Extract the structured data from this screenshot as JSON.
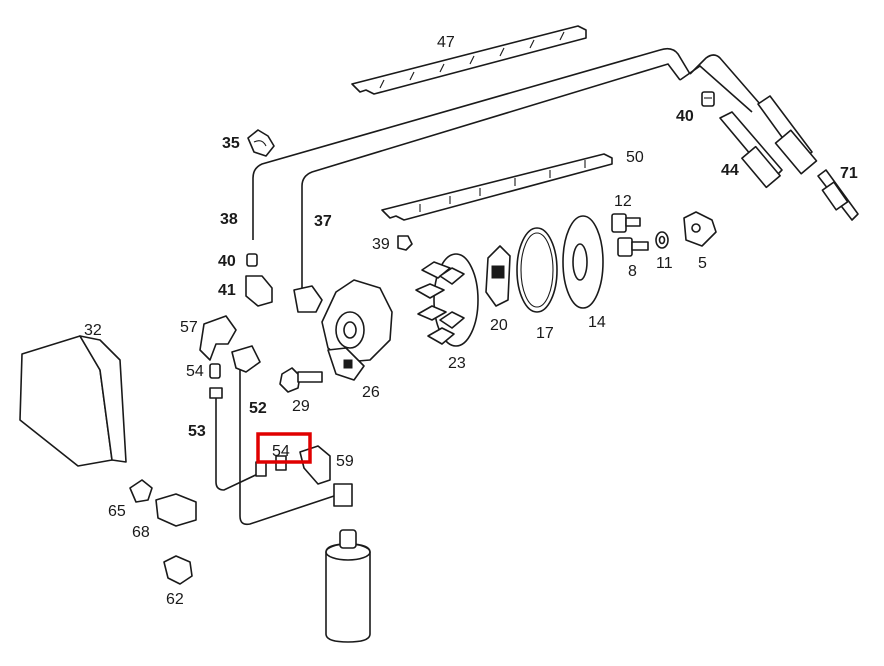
{
  "labels": {
    "p47": "47",
    "p40a": "40",
    "p35": "35",
    "p44": "44",
    "p71": "71",
    "p50": "50",
    "p38": "38",
    "p37": "37",
    "p12": "12",
    "p39": "39",
    "p40b": "40",
    "p8": "8",
    "p11": "11",
    "p5": "5",
    "p41": "41",
    "p20": "20",
    "p17": "17",
    "p14": "14",
    "p32": "32",
    "p57": "57",
    "p23": "23",
    "p54a": "54",
    "p26": "26",
    "p29": "29",
    "p52": "52",
    "p53": "53",
    "p54b": "54",
    "p59": "59",
    "p65": "65",
    "p68": "68",
    "p62": "62"
  },
  "highlight": {
    "part": "54",
    "color": "#e00000"
  }
}
